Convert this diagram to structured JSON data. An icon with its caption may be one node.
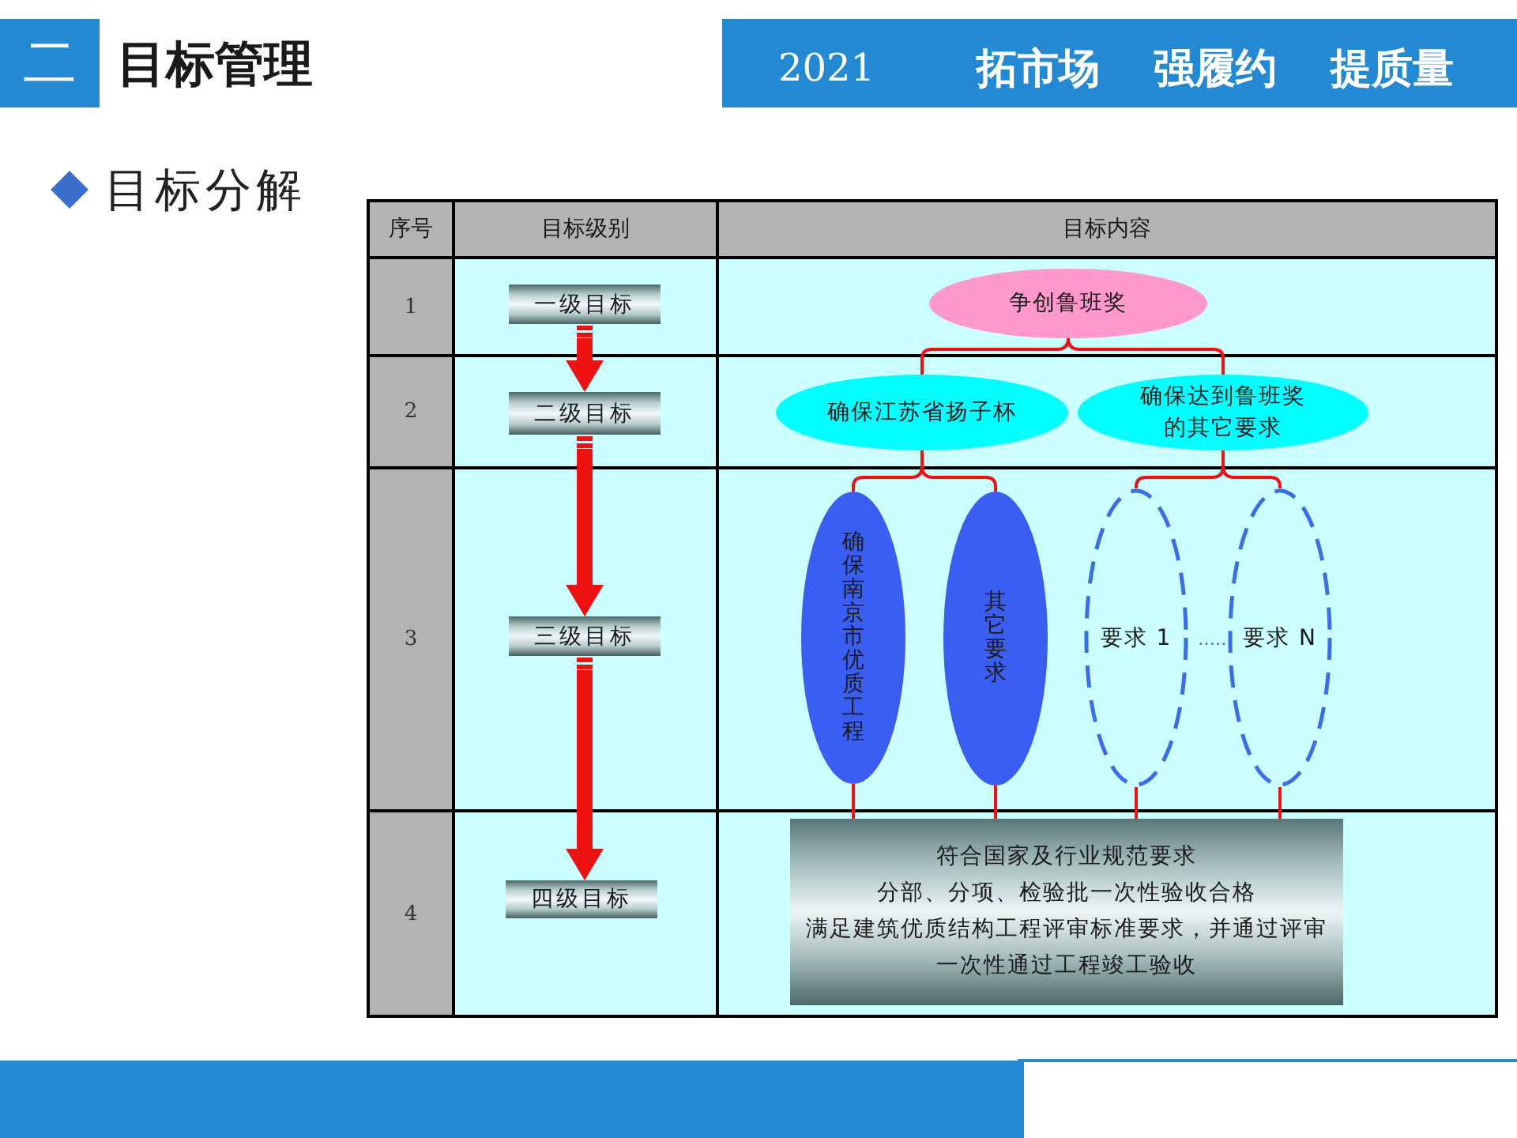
{
  "diagram": {
    "title": "目标管理",
    "nodes": [
      {
        "text": [
          "一级目标"
        ]
      },
      {
        "text": [
          "二级目标"
        ]
      },
      {
        "text": [
          "三级目标"
        ]
      },
      {
        "text": [
          "四级目标"
        ]
      },
      {
        "text": [
          "争创鲁班奖"
        ]
      },
      {
        "text": [
          "确保江苏省扬子杯"
        ]
      },
      {
        "text": [
          "确保达到鲁班奖的其它要求"
        ]
      },
      {
        "text": [
          "确保南京市优质工程"
        ]
      },
      {
        "text": [
          "其它要求"
        ]
      },
      {
        "text": [
          "要求 1"
        ]
      },
      {
        "text": [
          "要求 N"
        ]
      },
      {
        "text": [
          "符合国家及行业规范要求",
          "分部、分项、检验批一次性验收合格",
          "满足建筑优质结构工程评审标准要求，并通过评审",
          "一次性通过工程竣工验收"
        ]
      }
    ],
    "edges": [
      {
        "from": 0,
        "to": 1,
        "arrow": "to",
        "style": "thick"
      },
      {
        "from": 1,
        "to": 2,
        "arrow": "to",
        "style": "thick"
      },
      {
        "from": 2,
        "to": 3,
        "arrow": "to",
        "style": "thick"
      },
      {
        "from": 4,
        "to": 5,
        "arrow": "none"
      },
      {
        "from": 4,
        "to": 6,
        "arrow": "none"
      },
      {
        "from": 5,
        "to": 7,
        "arrow": "none"
      },
      {
        "from": 5,
        "to": 8,
        "arrow": "none"
      },
      {
        "from": 6,
        "to": 9,
        "arrow": "none"
      },
      {
        "from": 6,
        "to": 10,
        "arrow": "none"
      },
      {
        "from": 7,
        "to": 11,
        "arrow": "none"
      },
      {
        "from": 8,
        "to": 11,
        "arrow": "none"
      },
      {
        "from": 9,
        "to": 11,
        "arrow": "none"
      },
      {
        "from": 10,
        "to": 11,
        "arrow": "none"
      }
    ],
    "labels": [
      "二",
      "2021",
      "拓市场",
      "强履约",
      "提质量",
      "目标分解",
      "序号",
      "目标级别",
      "目标内容",
      "1",
      "2",
      "3",
      "4",
      "……"
    ]
  }
}
